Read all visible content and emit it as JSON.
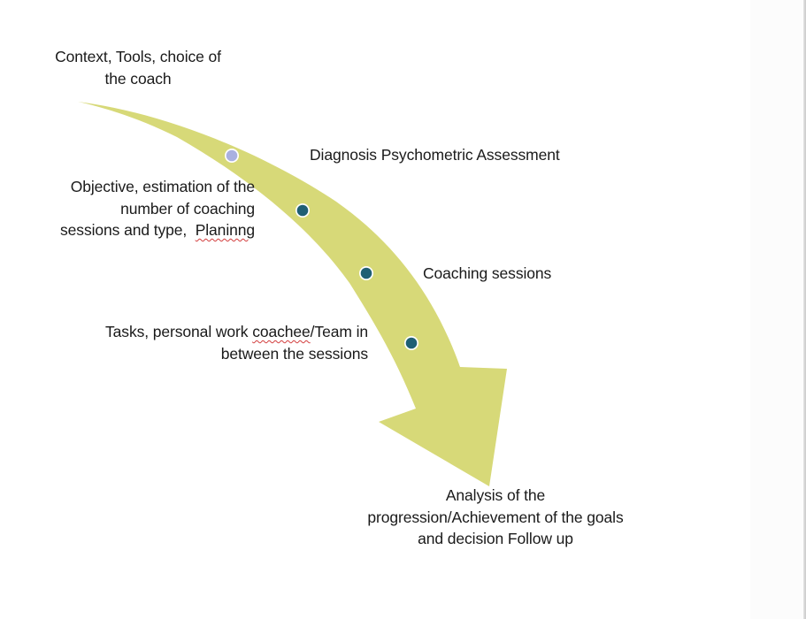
{
  "diagram": {
    "title": "Coaching process flow",
    "arrow": {
      "fill_color": "#d7d978",
      "direction": "down-right"
    },
    "milestones": [
      {
        "step": 1,
        "color": "#a9b0e0",
        "ring_color": "#ffffff"
      },
      {
        "step": 2,
        "color": "#1f5f74",
        "ring_color": "#ffffff"
      },
      {
        "step": 3,
        "color": "#1f5f74",
        "ring_color": "#ffffff"
      },
      {
        "step": 4,
        "color": "#1f5f74",
        "ring_color": "#ffffff"
      }
    ],
    "labels": {
      "context": {
        "lines": [
          "Context, Tools, choice of",
          "the coach"
        ]
      },
      "diagnosis": {
        "lines": [
          "Diagnosis Psychometric Assessment"
        ]
      },
      "objective": {
        "line1": "Objective, estimation of the",
        "line2": "number of coaching",
        "line3_prefix": "sessions and type,  ",
        "line3_flagged": "Planinng"
      },
      "coaching_sessions": {
        "lines": [
          "Coaching sessions"
        ]
      },
      "tasks": {
        "line1_prefix": "Tasks, personal work ",
        "line1_flagged": "coachee",
        "line1_suffix": "/Team in",
        "line2": "between the sessions"
      },
      "analysis": {
        "lines": [
          "Analysis of the",
          "progression/Achievement of the goals",
          "and decision Follow up"
        ]
      }
    },
    "spellcheck_color": "#d23c3c"
  }
}
